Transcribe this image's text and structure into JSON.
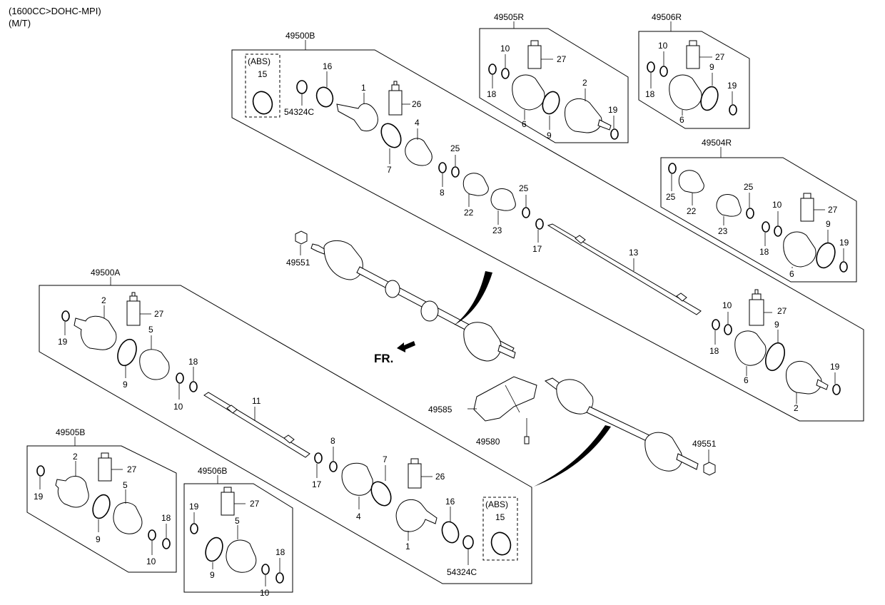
{
  "header": {
    "line1": "(1600CC>DOHC-MPI)",
    "line2": "(M/T)"
  },
  "groups": {
    "g49500B": "49500B",
    "g49505R": "49505R",
    "g49506R": "49506R",
    "g49504R": "49504R",
    "g49500A": "49500A",
    "g49505B": "49505B",
    "g49506B": "49506B"
  },
  "abs": {
    "label": "(ABS)"
  },
  "front_marker": "FR.",
  "labels": {
    "n1": "1",
    "n2": "2",
    "n4": "4",
    "n5": "5",
    "n6": "6",
    "n7": "7",
    "n8": "8",
    "n9": "9",
    "n10": "10",
    "n11": "11",
    "n13": "13",
    "n15": "15",
    "n16": "16",
    "n17": "17",
    "n18": "18",
    "n19": "19",
    "n22": "22",
    "n23": "23",
    "n25": "25",
    "n26": "26",
    "n27": "27",
    "n54324C": "54324C",
    "n49551": "49551",
    "n49585": "49585",
    "n49580": "49580"
  }
}
